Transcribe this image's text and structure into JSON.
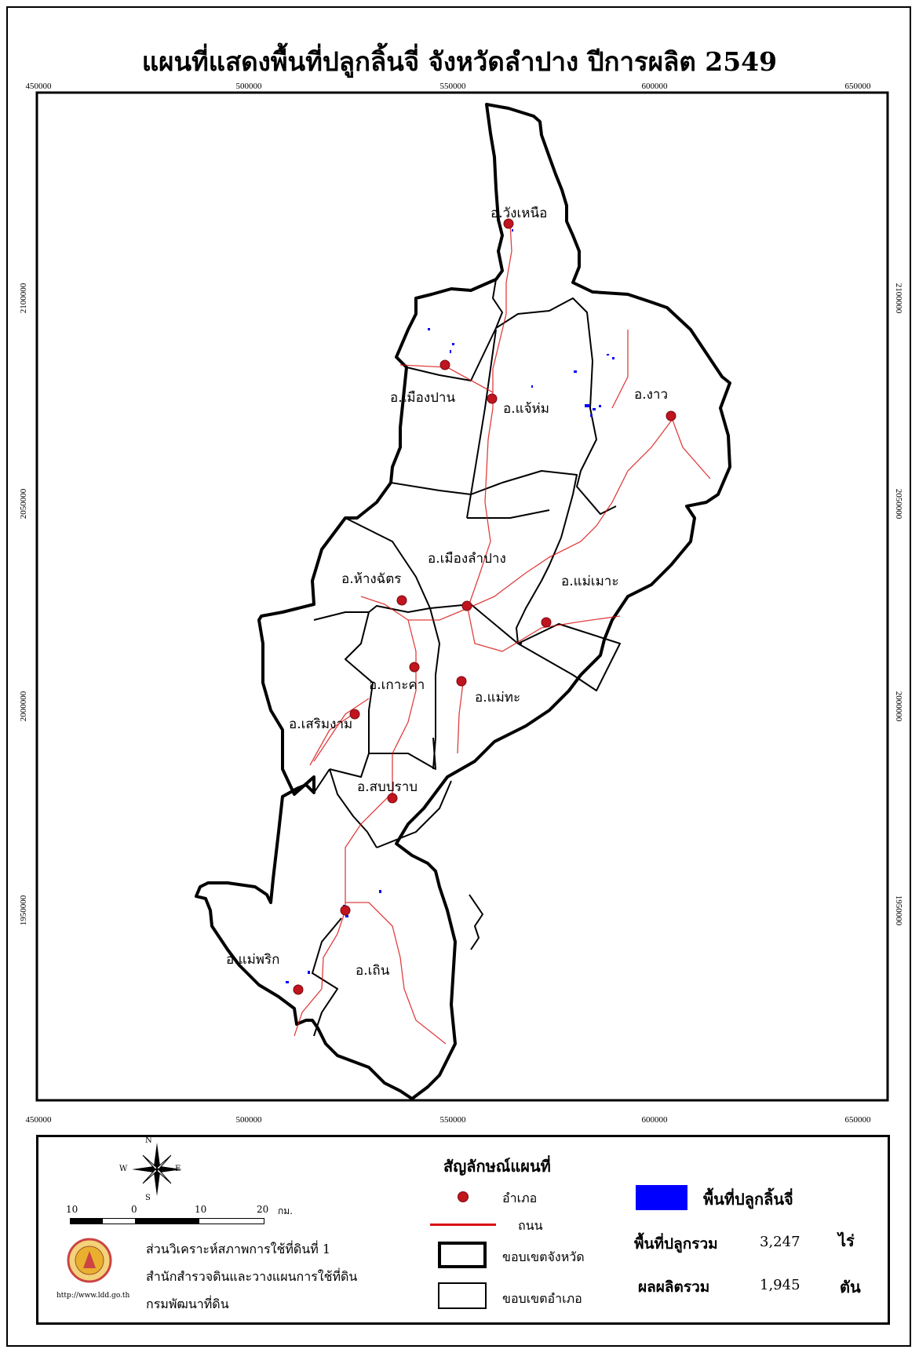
{
  "title": "แผนที่แสดงพื้นที่ปลูกลิ้นจี่  จังหวัดลำปาง ปีการผลิต 2549",
  "axes": {
    "x_ticks": [
      "450000",
      "500000",
      "550000",
      "600000",
      "650000"
    ],
    "y_ticks": [
      "2100000",
      "2050000",
      "2000000",
      "1950000"
    ]
  },
  "districts": [
    {
      "label": "อ.วังเหนือ"
    },
    {
      "label": "อ.เมืองปาน"
    },
    {
      "label": "อ.แจ้ห่ม"
    },
    {
      "label": "อ.งาว"
    },
    {
      "label": "อ.เมืองลำปาง"
    },
    {
      "label": "อ.ห้างฉัตร"
    },
    {
      "label": "อ.แม่เมาะ"
    },
    {
      "label": "อ.เกาะคา"
    },
    {
      "label": "อ.แม่ทะ"
    },
    {
      "label": "อ.เสริมงาม"
    },
    {
      "label": "อ.สบปราบ"
    },
    {
      "label": "อ.แม่พริก"
    },
    {
      "label": "อ.เถิน"
    }
  ],
  "compass": {
    "n": "N",
    "s": "S",
    "e": "E",
    "w": "W"
  },
  "scale_bar": {
    "labels": [
      "10",
      "0",
      "10",
      "20"
    ],
    "unit": "กม."
  },
  "legend": {
    "heading": "สัญลักษณ์แผนที่",
    "district_point": "อำเภอ",
    "road": "ถนน",
    "province_boundary": "ขอบเขตจังหวัด",
    "district_boundary": "ขอบเขตอำเภอ",
    "lychee_area": "พื้นที่ปลูกลิ้นจี่",
    "colors": {
      "lychee": "#0000ff",
      "road": "#d81010",
      "district_point": "#c0141e"
    }
  },
  "stats": [
    {
      "label": "พื้นที่ปลูกรวม",
      "value": "3,247",
      "unit": "ไร่"
    },
    {
      "label": "ผลผลิตรวม",
      "value": "1,945",
      "unit": "ตัน"
    }
  ],
  "agency": {
    "lines": [
      "ส่วนวิเคราะห์สภาพการใช้ที่ดินที่ 1",
      "สำนักสำรวจดินและวางแผนการใช้ที่ดิน",
      "กรมพัฒนาที่ดิน"
    ],
    "url": "http://www.ldd.go.th"
  }
}
